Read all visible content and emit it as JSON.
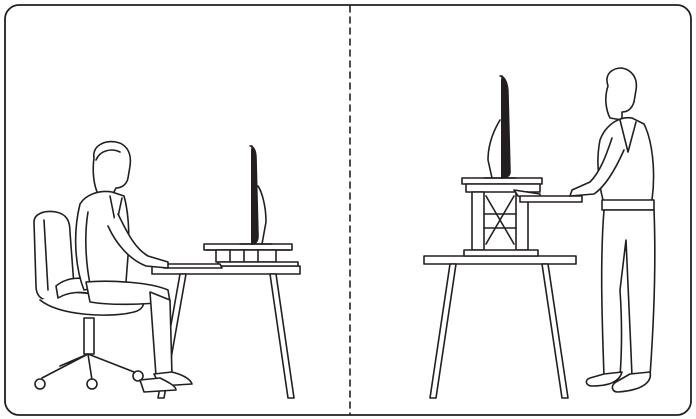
{
  "figure": {
    "panels": [
      {
        "id": "sitting",
        "icon": "person-sitting-at-desk-with-riser-lowered"
      },
      {
        "id": "standing",
        "icon": "person-standing-at-desk-with-riser-raised"
      }
    ],
    "colors": {
      "line": "#231f20",
      "fill": "#ffffff",
      "shade": "#6d6e71"
    }
  }
}
